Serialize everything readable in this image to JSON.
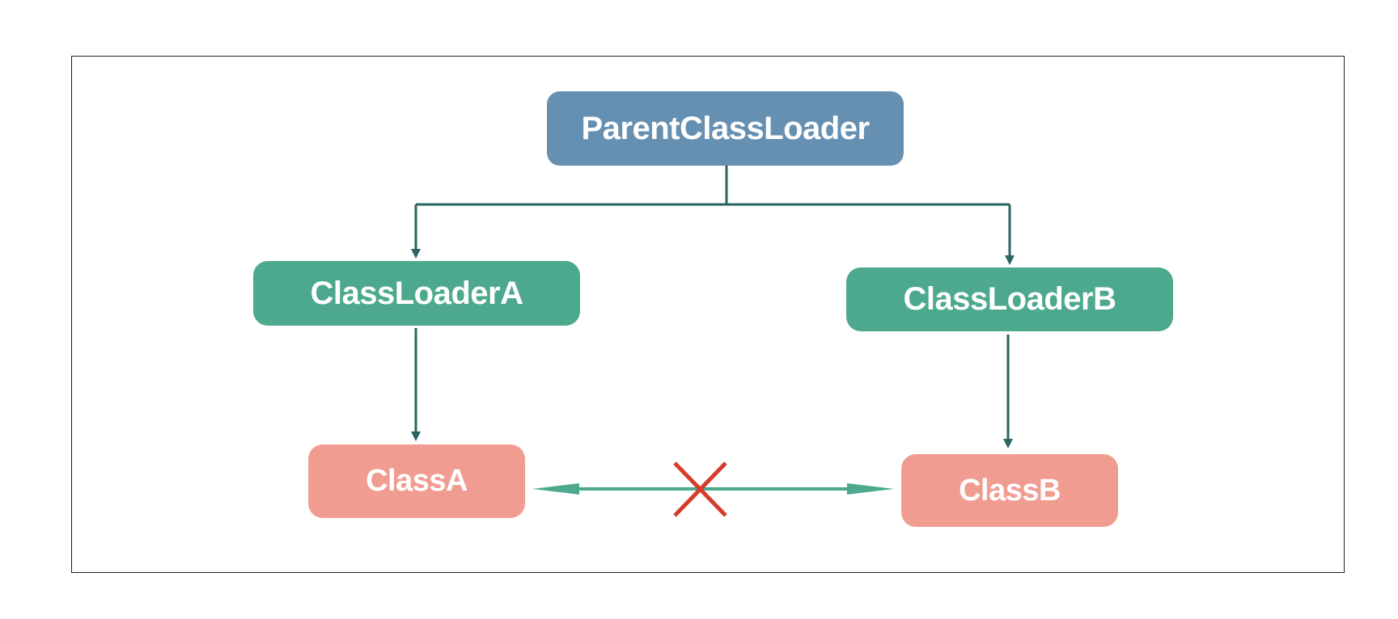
{
  "diagram": {
    "nodes": {
      "parent": {
        "label": "ParentClassLoader"
      },
      "loader_a": {
        "label": "ClassLoaderA"
      },
      "loader_b": {
        "label": "ClassLoaderB"
      },
      "class_a": {
        "label": "ClassA"
      },
      "class_b": {
        "label": "ClassB"
      }
    },
    "colors": {
      "parent_fill": "#6690b2",
      "loader_fill": "#4ca98e",
      "class_fill": "#f19c91",
      "connector": "#2a6560",
      "bidirectional_arrow": "#4ca98e",
      "blocked_mark": "#d43c2c",
      "frame": "#222222"
    },
    "edges": [
      {
        "from": "parent",
        "to": "loader_a"
      },
      {
        "from": "parent",
        "to": "loader_b"
      },
      {
        "from": "loader_a",
        "to": "class_a"
      },
      {
        "from": "loader_b",
        "to": "class_b"
      }
    ],
    "blocked_link": {
      "between": [
        "class_a",
        "class_b"
      ],
      "mark_icon": "cross-icon"
    }
  }
}
